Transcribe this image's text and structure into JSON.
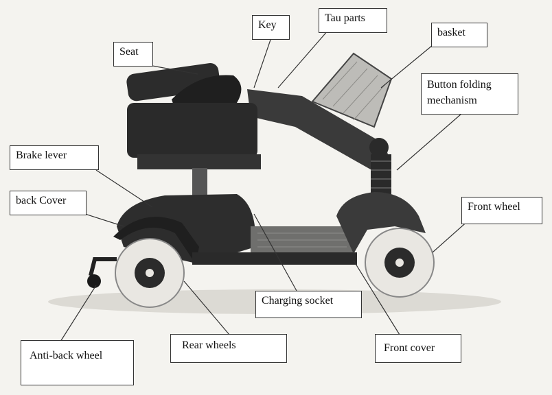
{
  "labels": {
    "seat": "Seat",
    "key": "Key",
    "tau_parts": "Tau parts",
    "basket": "basket",
    "button_folding_line1": "Button folding",
    "button_folding_line2": "mechanism",
    "brake_lever": "Brake lever",
    "back_cover": "back Cover",
    "front_wheel": "Front wheel",
    "charging_socket": "Charging socket",
    "anti_back_wheel": "Anti-back wheel",
    "rear_wheels": "Rear wheels",
    "front_cover": "Front cover"
  },
  "colors": {
    "body_dark": "#2b2b2b",
    "tire_light": "#e9e7e2",
    "line": "#333333",
    "background": "#f4f3ef"
  }
}
